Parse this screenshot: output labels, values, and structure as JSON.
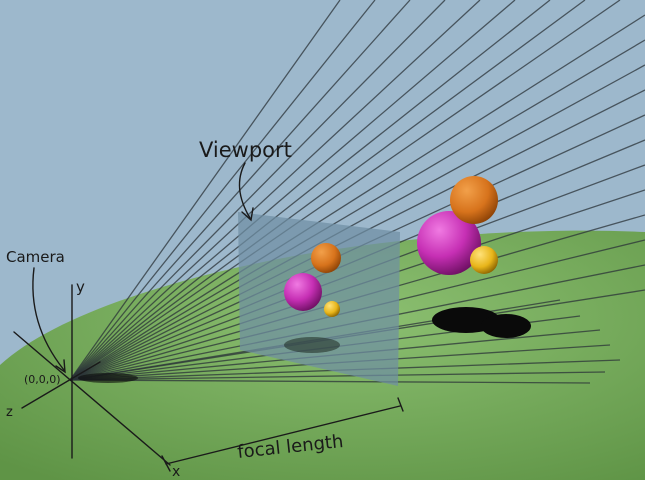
{
  "labels": {
    "viewport": "Viewport",
    "camera": "Camera",
    "origin": "(0,0,0)",
    "y_axis": "y",
    "x_axis": "x",
    "z_axis": "z",
    "focal_length": "focal length"
  },
  "colors": {
    "sky": "#9db8cc",
    "ground": "#72a85a",
    "ground_light": "#8cc071",
    "viewport_plane": "#6f8fa3",
    "ray": "#2b3338",
    "sphere_orange": "#d7731c",
    "sphere_magenta": "#c62fb4",
    "sphere_yellow": "#e8b51a",
    "ink": "#1a1a1a"
  }
}
